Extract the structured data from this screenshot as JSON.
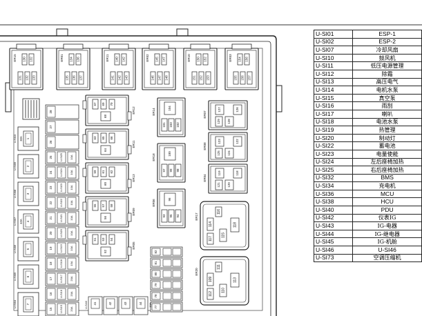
{
  "legend": [
    {
      "code": "U-SI01",
      "name": "ESP-1"
    },
    {
      "code": "U-SI02",
      "name": "ESP-2"
    },
    {
      "code": "U-SI07",
      "name": "冷却风扇"
    },
    {
      "code": "U-SI10",
      "name": "鼓风机"
    },
    {
      "code": "U-SI11",
      "name": "低压电源管理"
    },
    {
      "code": "U-SI12",
      "name": "除霜"
    },
    {
      "code": "U-SI13",
      "name": "高压电气"
    },
    {
      "code": "U-SI14",
      "name": "电机水泵"
    },
    {
      "code": "U-SI15",
      "name": "真空泵"
    },
    {
      "code": "U-SI16",
      "name": "雨刮"
    },
    {
      "code": "U-SI17",
      "name": "喇叭"
    },
    {
      "code": "U-SI18",
      "name": "电池水泵"
    },
    {
      "code": "U-SI19",
      "name": "热管理"
    },
    {
      "code": "U-SI20",
      "name": "制动灯"
    },
    {
      "code": "U-SI22",
      "name": "蓄电池"
    },
    {
      "code": "U-SI23",
      "name": "电量使能"
    },
    {
      "code": "U-SI24",
      "name": "左后座椅加热"
    },
    {
      "code": "U-SI25",
      "name": "右后座椅加热"
    },
    {
      "code": "U-SI32",
      "name": "BMS"
    },
    {
      "code": "U-SI34",
      "name": "充电机"
    },
    {
      "code": "U-SI36",
      "name": "MCU"
    },
    {
      "code": "U-SI38",
      "name": "HCU"
    },
    {
      "code": "U-SI40",
      "name": "PDU"
    },
    {
      "code": "U-SI42",
      "name": "仪表IG"
    },
    {
      "code": "U-SI43",
      "name": "IG-电器"
    },
    {
      "code": "U-SI44",
      "name": "IG-继电器"
    },
    {
      "code": "U-SI45",
      "name": "IG-机舱"
    },
    {
      "code": "U-SI46",
      "name": "U-SI46"
    },
    {
      "code": "U-SI73",
      "name": "空调压缩机"
    }
  ],
  "top_relays": [
    {
      "code": "ER15",
      "pins": [
        "131",
        "133",
        "132",
        "130"
      ]
    },
    {
      "code": "ER01",
      "pins": [
        "135",
        "137",
        "136",
        "134"
      ]
    },
    {
      "code": "ER11",
      "pins": [
        "141",
        "143",
        "142",
        "140"
      ]
    },
    {
      "code": "ER02",
      "pins": [
        "146",
        "148",
        "147",
        "145"
      ]
    },
    {
      "code": "ER10",
      "pins": [
        "151",
        "153",
        "152",
        "150"
      ]
    },
    {
      "code": "ER03",
      "pins": [
        "155",
        "157",
        "156",
        "154"
      ]
    }
  ],
  "mid_relays": [
    {
      "code": "ER12",
      "pins": [
        "67",
        "69",
        "68",
        "70"
      ]
    },
    {
      "code": "ER11",
      "pins": [
        "63",
        "65",
        "64",
        "66"
      ]
    },
    {
      "code": "ER13",
      "pins": [
        "59",
        "61",
        "60",
        "62"
      ]
    },
    {
      "code": "ER09",
      "pins": [
        "55",
        "57",
        "56",
        "58"
      ]
    },
    {
      "code": "ER05",
      "pins": [
        "51",
        "53",
        "52",
        "54"
      ]
    }
  ],
  "col3_relays": [
    {
      "code": "ER14",
      "pins": [
        "101",
        "103",
        "102",
        "104"
      ]
    },
    {
      "code": "ER18",
      "pins": [
        "97",
        "99",
        "98",
        "100"
      ]
    },
    {
      "code": "ER06",
      "pins": [
        "93",
        "95",
        "94",
        "96"
      ]
    }
  ],
  "col4_relays": [
    {
      "code": "ER07",
      "pins": [
        "127",
        "129",
        "128",
        "126"
      ]
    },
    {
      "code": "ER08",
      "pins": [
        "123",
        "125",
        "124",
        "122"
      ]
    },
    {
      "code": "ER04",
      "pins": [
        "119",
        "121",
        "120",
        "118"
      ]
    }
  ],
  "big_relays": [
    {
      "code": "ER17",
      "pins": [
        "114",
        "116",
        "117",
        "115",
        "118"
      ]
    },
    {
      "code": "ER20",
      "pins": [
        "109",
        "111",
        "112",
        "110",
        "113"
      ]
    }
  ],
  "left_fuses": [
    {
      "label": "U-SI10",
      "num": "1",
      "rating": "30A"
    },
    {
      "label": "U-SI09",
      "num": "2",
      "rating": ""
    },
    {
      "label": "U-SI08",
      "num": "3",
      "rating": ""
    },
    {
      "label": "U-SI07",
      "num": "4",
      "rating": "40A"
    },
    {
      "label": "U-SI06",
      "num": "5",
      "rating": ""
    },
    {
      "label": "U-SI05",
      "num": "6",
      "rating": ""
    },
    {
      "label": "U-SI04",
      "num": "7",
      "rating": ""
    }
  ],
  "mid_fuses": [
    {
      "num": "28",
      "label": "",
      "rating": ""
    },
    {
      "num": "27",
      "label": "",
      "rating": ""
    },
    {
      "num": "26",
      "label": "",
      "rating": ""
    },
    {
      "num": "25",
      "label": "U-SI25",
      "rating": "10A"
    },
    {
      "num": "24",
      "label": "U-SI24",
      "rating": "10A"
    },
    {
      "num": "23",
      "label": "U-SI23",
      "rating": "10A"
    },
    {
      "num": "22",
      "label": "U-SI22",
      "rating": "10A"
    },
    {
      "num": "21",
      "label": "U-SI21",
      "rating": "10A"
    },
    {
      "num": "20",
      "label": "U-SI20",
      "rating": "10A"
    },
    {
      "num": "19",
      "label": "U-SI19",
      "rating": "10A"
    },
    {
      "num": "18",
      "label": "U-SI18",
      "rating": "15A"
    },
    {
      "num": "17",
      "label": "U-SI17",
      "rating": "20A"
    },
    {
      "num": "16",
      "label": "U-SI16",
      "rating": "20A"
    },
    {
      "num": "15",
      "label": "U-SI15",
      "rating": "20A"
    }
  ],
  "bottom_fuses": [
    {
      "num": "82"
    },
    {
      "num": "81"
    },
    {
      "num": "80"
    },
    {
      "num": "79"
    },
    {
      "num": "78"
    },
    {
      "num": "77"
    }
  ],
  "bottom_row_fuses": [
    {
      "label": "U-SI40",
      "num": "41",
      "rating": ""
    },
    {
      "label": "",
      "num": "42",
      "rating": ""
    },
    {
      "label": "",
      "num": "43",
      "rating": ""
    },
    {
      "label": "",
      "num": "44",
      "rating": "10A"
    }
  ]
}
